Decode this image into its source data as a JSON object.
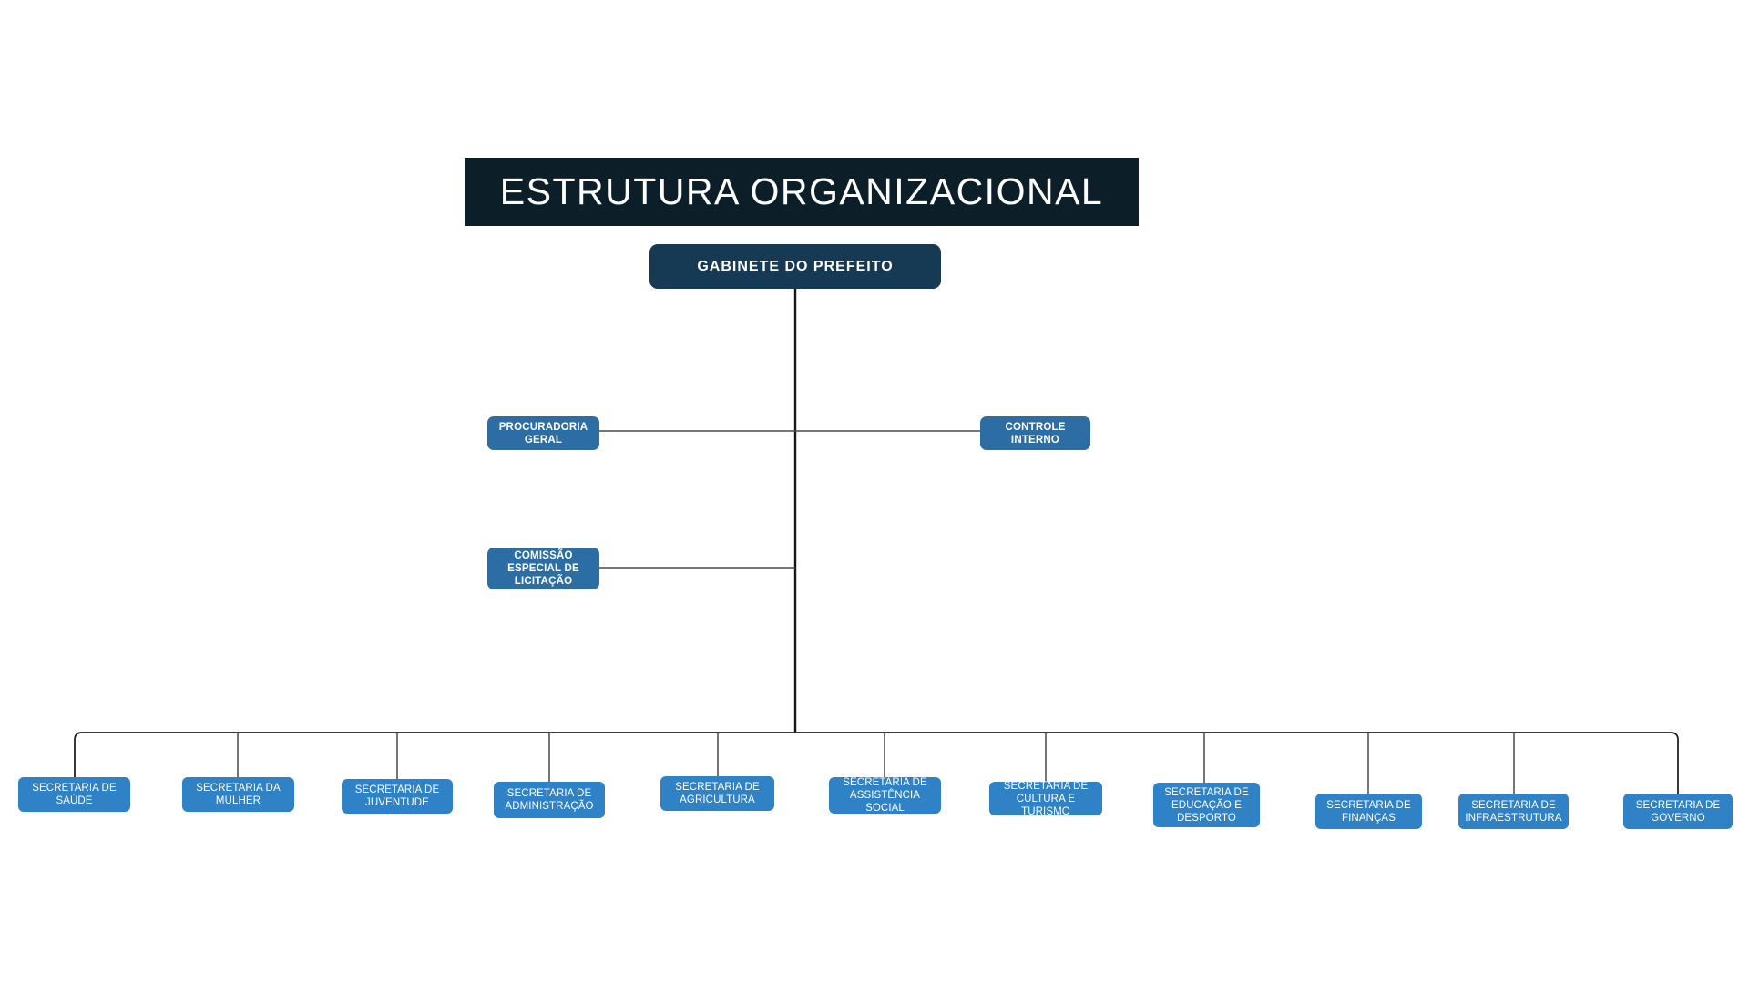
{
  "title": "ESTRUTURA ORGANIZACIONAL",
  "root": {
    "label": "GABINETE DO PREFEITO"
  },
  "staff_nodes": [
    {
      "id": "procuradoria-geral",
      "label": "PROCURADORIA GERAL"
    },
    {
      "id": "controle-interno",
      "label": "CONTROLE INTERNO"
    },
    {
      "id": "comissao-especial-licitacao",
      "label": "COMISSÃO ESPECIAL DE LICITAÇÃO"
    }
  ],
  "secretarias": [
    {
      "label": "SECRETARIA DE SAÚDE"
    },
    {
      "label": "SECRETARIA DA MULHER"
    },
    {
      "label": "SECRETARIA DE JUVENTUDE"
    },
    {
      "label": "SECRETARIA DE ADMINISTRAÇÃO"
    },
    {
      "label": "SECRETARIA DE AGRICULTURA"
    },
    {
      "label": "SECRETARIA DE ASSISTÊNCIA SOCIAL"
    },
    {
      "label": "SECRETARIA DE CULTURA E TURISMO"
    },
    {
      "label": "SECRETARIA DE EDUCAÇÃO E DESPORTO"
    },
    {
      "label": "SECRETARIA DE FINANÇAS"
    },
    {
      "label": "SECRETARIA DE INFRAESTRUTURA"
    },
    {
      "label": "SECRETARIA DE GOVERNO"
    }
  ],
  "colors": {
    "banner_bg": "#0c1f28",
    "root_bg": "#173a54",
    "staff_bg": "#2c6da4",
    "secretaria_bg": "#2f82c5",
    "node_text": "#ffffff",
    "line": "#4a4a4a"
  }
}
